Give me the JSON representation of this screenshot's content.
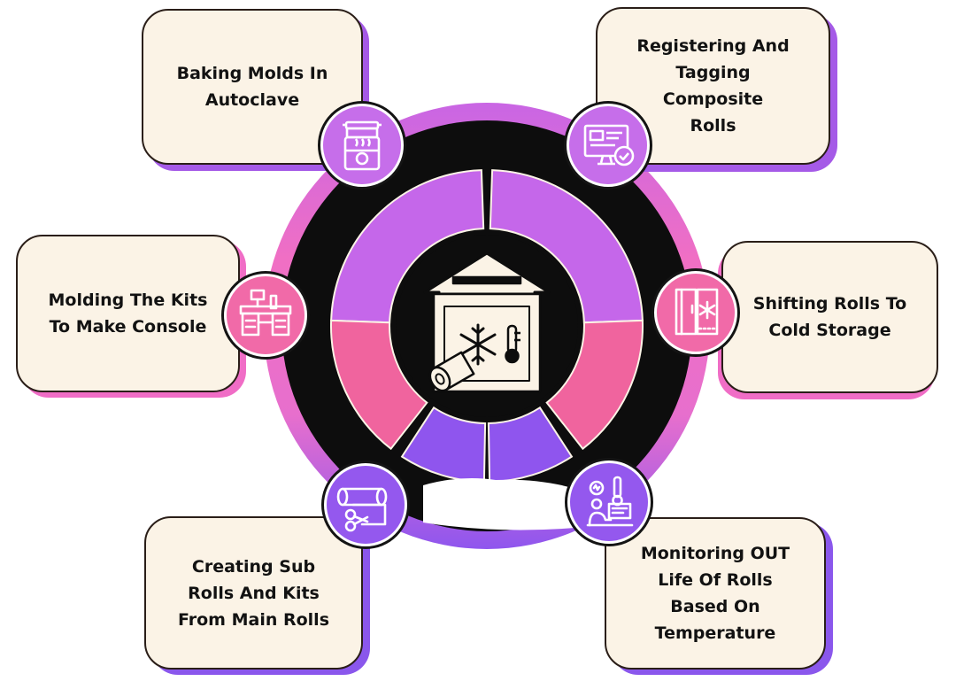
{
  "center": {
    "icon": "cold-storage-warehouse-icon"
  },
  "colors": {
    "outer_ring_gradient": [
      "#f270c8",
      "#c262e6",
      "#8e54ef"
    ],
    "inner_ring": "#0d0d0d",
    "segment_purple": "#c567ea",
    "segment_pink": "#f0649e",
    "segment_violet": "#8f55ee",
    "card_fill": "#fbf3e6",
    "card_shadow_pink": "#f06dc6",
    "card_shadow_purple": "#a55ae7",
    "card_shadow_violet": "#8a57ec"
  },
  "steps": [
    {
      "label": "Baking Molds In\nAutoclave",
      "icon": "autoclave-icon",
      "badge_color": "#c66eea"
    },
    {
      "label": "Registering And\nTagging\nComposite\nRolls",
      "icon": "computer-registration-icon",
      "badge_color": "#c66eea"
    },
    {
      "label": "Shifting Rolls To\nCold Storage",
      "icon": "freezer-icon",
      "badge_color": "#f16aa8"
    },
    {
      "label": "Monitoring OUT\nLife Of Rolls\nBased On\nTemperature",
      "icon": "temperature-monitoring-icon",
      "badge_color": "#9458ee"
    },
    {
      "label": "Creating Sub\nRolls And Kits\nFrom Main Rolls",
      "icon": "roll-cutting-icon",
      "badge_color": "#9458ee"
    },
    {
      "label": "Molding The Kits\nTo Make Console",
      "icon": "molding-machine-icon",
      "badge_color": "#f16aa8"
    }
  ]
}
